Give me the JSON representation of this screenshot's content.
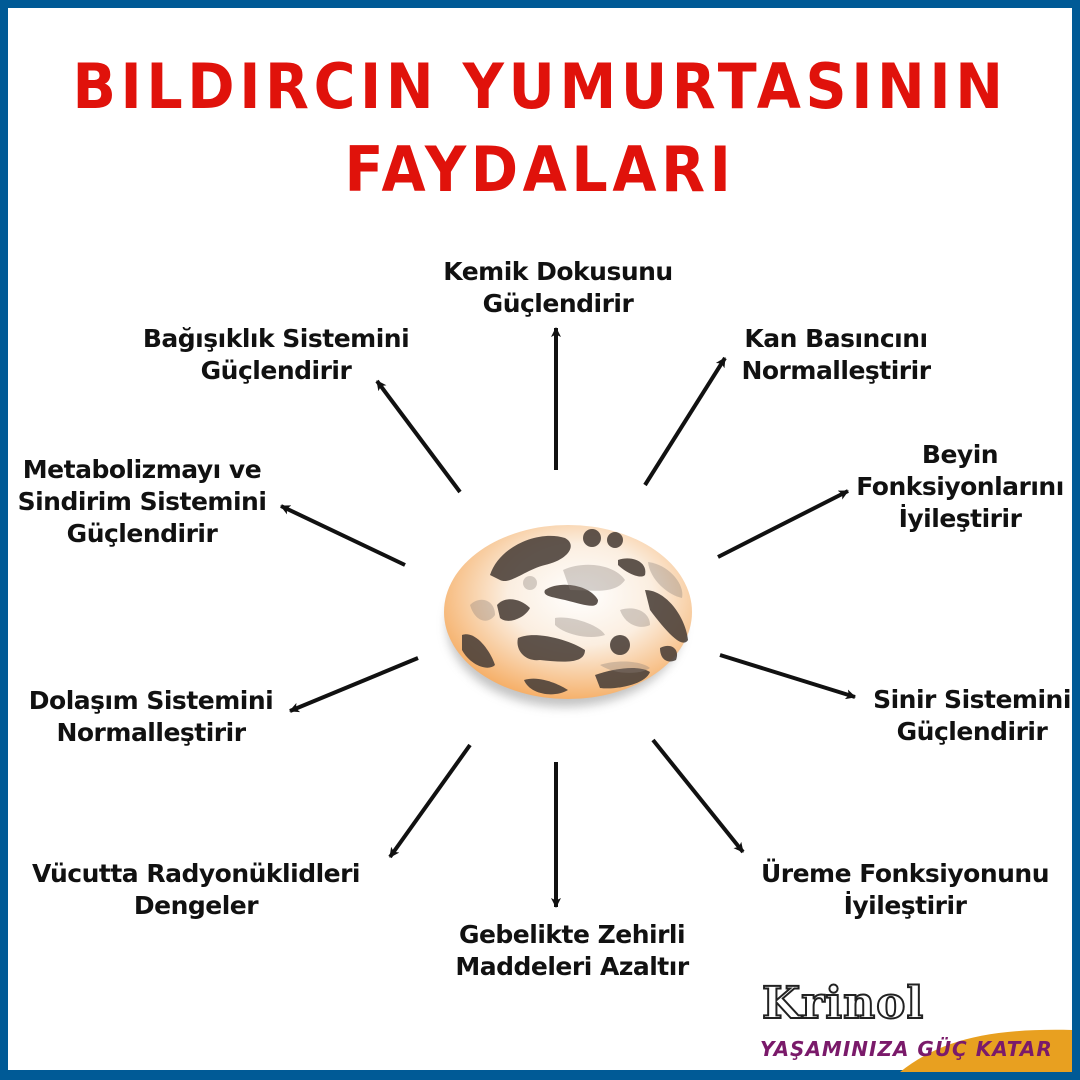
{
  "title": {
    "line1": "BILDIRCIN YUMURTASININ",
    "line2": "FAYDALARI",
    "color": "#e0120b"
  },
  "frame": {
    "border_color": "#005a96"
  },
  "center_image": {
    "icon": "quail-egg-icon",
    "description": "Speckled quail egg illustration"
  },
  "benefits": [
    {
      "id": "kemik",
      "line1": "Kemik Dokusunu",
      "line2": "Güçlendirir",
      "line3": ""
    },
    {
      "id": "kan",
      "line1": "Kan Basıncını",
      "line2": "Normalleştirir",
      "line3": ""
    },
    {
      "id": "beyin",
      "line1": "Beyin",
      "line2": "Fonksiyonlarını",
      "line3": "İyileştirir"
    },
    {
      "id": "sinir",
      "line1": "Sinir Sistemini",
      "line2": "Güçlendirir",
      "line3": ""
    },
    {
      "id": "ureme",
      "line1": "Üreme Fonksiyonunu",
      "line2": "İyileştirir",
      "line3": ""
    },
    {
      "id": "gebelik",
      "line1": "Gebelikte Zehirli",
      "line2": "Maddeleri Azaltır",
      "line3": ""
    },
    {
      "id": "radyo",
      "line1": "Vücutta Radyonüklidleri",
      "line2": "Dengeler",
      "line3": ""
    },
    {
      "id": "dolasim",
      "line1": "Dolaşım Sistemini",
      "line2": "Normalleştirir",
      "line3": ""
    },
    {
      "id": "metabolizma",
      "line1": "Metabolizmayı ve",
      "line2": "Sindirim Sistemini",
      "line3": "Güçlendirir"
    },
    {
      "id": "bagisiklik",
      "line1": "Bağışıklık Sistemini",
      "line2": "Güçlendirir",
      "line3": ""
    }
  ],
  "logo": {
    "brand": "Krinol",
    "tagline": "YAŞAMINIZA GÜÇ KATAR",
    "tagline_color": "#7a1a6a",
    "accent_color": "#e8a020"
  }
}
